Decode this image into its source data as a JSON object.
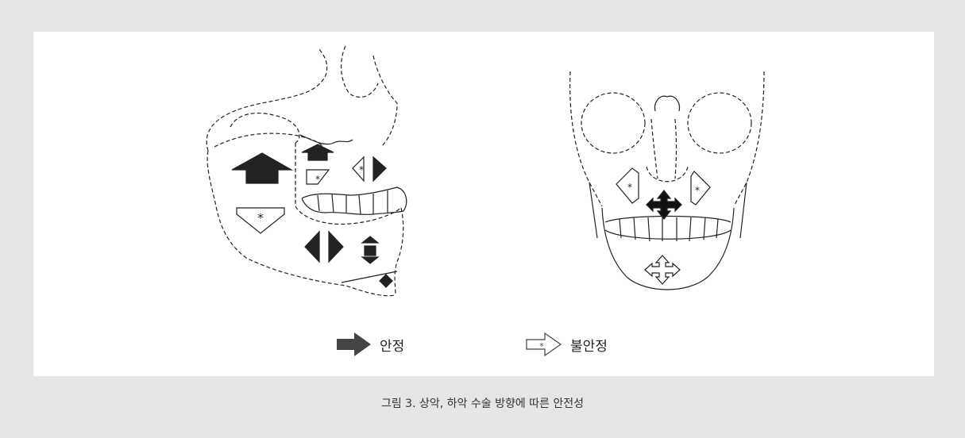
{
  "legend": {
    "stable_label": "안정",
    "unstable_label": "불안정",
    "stable_icon": "solid-arrow-icon",
    "unstable_icon": "hollow-asterisk-arrow-icon"
  },
  "caption": "그림 3. 상악, 하악 수술 방향에 따른 안전성",
  "colors": {
    "background": "#e6e6e6",
    "panel": "#ffffff",
    "stable": "#222222"
  }
}
